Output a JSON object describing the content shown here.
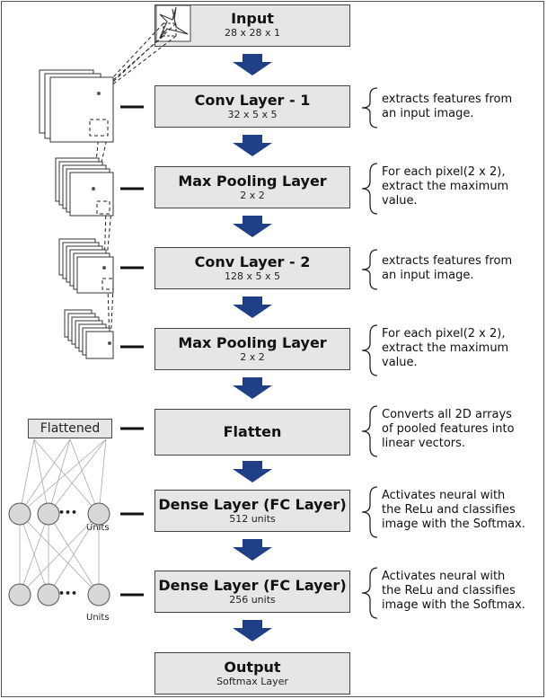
{
  "layers": [
    {
      "title": "Input",
      "sub": "28 x 28 x 1"
    },
    {
      "title": "Conv Layer  -  1",
      "sub": "32 x 5 x 5"
    },
    {
      "title": "Max Pooling Layer",
      "sub": "2 x 2"
    },
    {
      "title": "Conv Layer  -  2",
      "sub": "128 x 5 x 5"
    },
    {
      "title": "Max Pooling Layer",
      "sub": "2 x 2"
    },
    {
      "title": "Flatten",
      "sub": ""
    },
    {
      "title": "Dense Layer (FC Layer)",
      "sub": "512 units"
    },
    {
      "title": "Dense Layer (FC Layer)",
      "sub": "256 units"
    },
    {
      "title": "Output",
      "sub": "Softmax Layer"
    }
  ],
  "descriptions": [
    {
      "lines": [
        "extracts features from",
        "an input image."
      ]
    },
    {
      "lines": [
        "For each pixel(2 x 2),",
        "extract the maximum",
        "value."
      ]
    },
    {
      "lines": [
        "extracts features from",
        "an input image."
      ]
    },
    {
      "lines": [
        "For each pixel(2 x 2),",
        "extract the maximum",
        "value."
      ]
    },
    {
      "lines": [
        "Converts all 2D arrays",
        "of pooled features into",
        "linear vectors."
      ]
    },
    {
      "lines": [
        "Activates neural with",
        "the ReLu and classifies",
        "image with the Softmax."
      ]
    },
    {
      "lines": [
        "Activates neural with",
        "the ReLu and classifies",
        "image with the Softmax."
      ]
    }
  ],
  "flattened_label": "Flattened",
  "units_label": "Units",
  "ellipsis": "•••",
  "colors": {
    "arrow": "#1f3f86",
    "box_fill": "#e6e6e6",
    "border": "#444444"
  }
}
